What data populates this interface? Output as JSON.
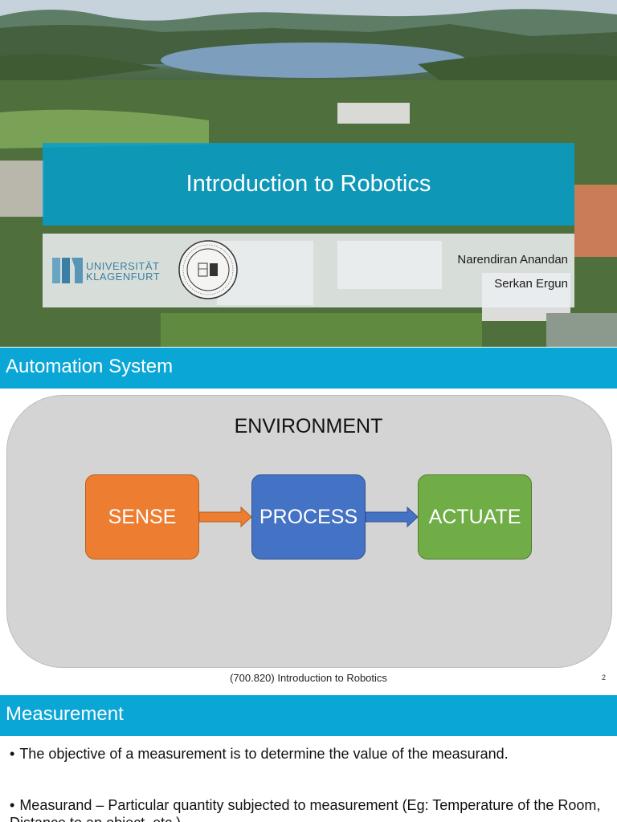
{
  "slide1": {
    "title": "Introduction to Robotics",
    "logo_text_line1": "UNIVERSITÄT",
    "logo_text_line2": "KLAGENFURT",
    "authors": [
      "Narendiran Anandan",
      "Serkan Ergun"
    ]
  },
  "slide2": {
    "header": "Automation System",
    "environment_label": "ENVIRONMENT",
    "nodes": {
      "sense": "SENSE",
      "process": "PROCESS",
      "actuate": "ACTUATE"
    },
    "colors": {
      "header": "#0aa6d6",
      "sense": "#ed7d31",
      "process": "#4472c4",
      "actuate": "#70ad47"
    },
    "footer": "(700.820) Introduction to Robotics",
    "page_number": "2"
  },
  "slide3": {
    "header": "Measurement",
    "bullets": [
      "The objective of a measurement is to determine the value of the measurand.",
      "Measurand – Particular quantity subjected to measurement (Eg: Temperature of the Room, Distance to an object, etc.)"
    ]
  }
}
